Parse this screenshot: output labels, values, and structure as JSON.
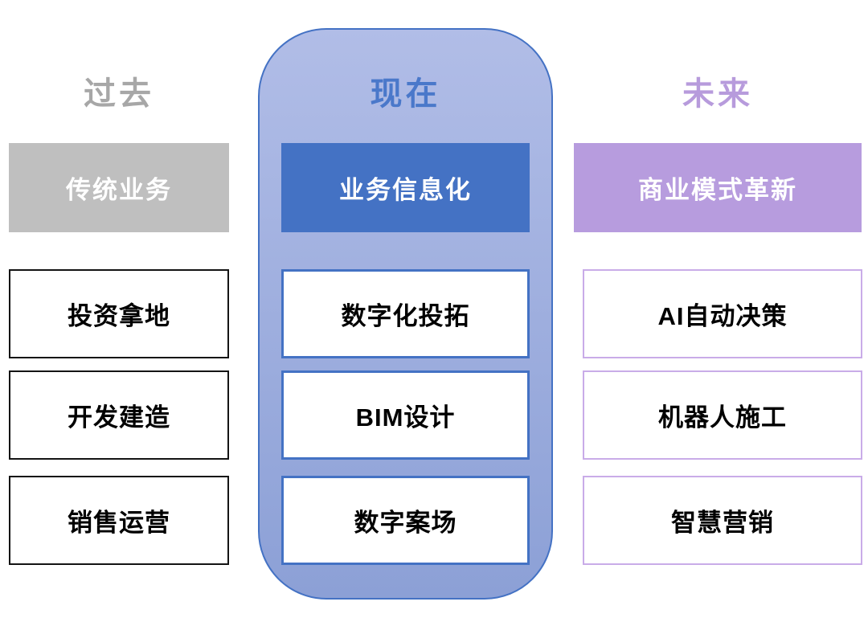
{
  "palette": {
    "past_header_text": "#A7A7A7",
    "past_category_bg": "#BFBFBF",
    "past_item_border": "#141414",
    "accent_blue": "#4472C4",
    "present_header_text": "#4A78CA",
    "present_container_top": "#B1BDE7",
    "present_container_bottom": "#8CA0D6",
    "future_header_text": "#B79BDC",
    "future_category_bg": "#B79CDE",
    "future_item_border": "#C9ACE8"
  },
  "columns": [
    {
      "id": "past",
      "header": "过去",
      "category": "传统业务",
      "items": [
        "投资拿地",
        "开发建造",
        "销售运营"
      ]
    },
    {
      "id": "present",
      "header": "现在",
      "category": "业务信息化",
      "items": [
        "数字化投拓",
        "BIM设计",
        "数字案场"
      ]
    },
    {
      "id": "future",
      "header": "未来",
      "category": "商业模式革新",
      "items": [
        "AI自动决策",
        "机器人施工",
        "智慧营销"
      ]
    }
  ]
}
